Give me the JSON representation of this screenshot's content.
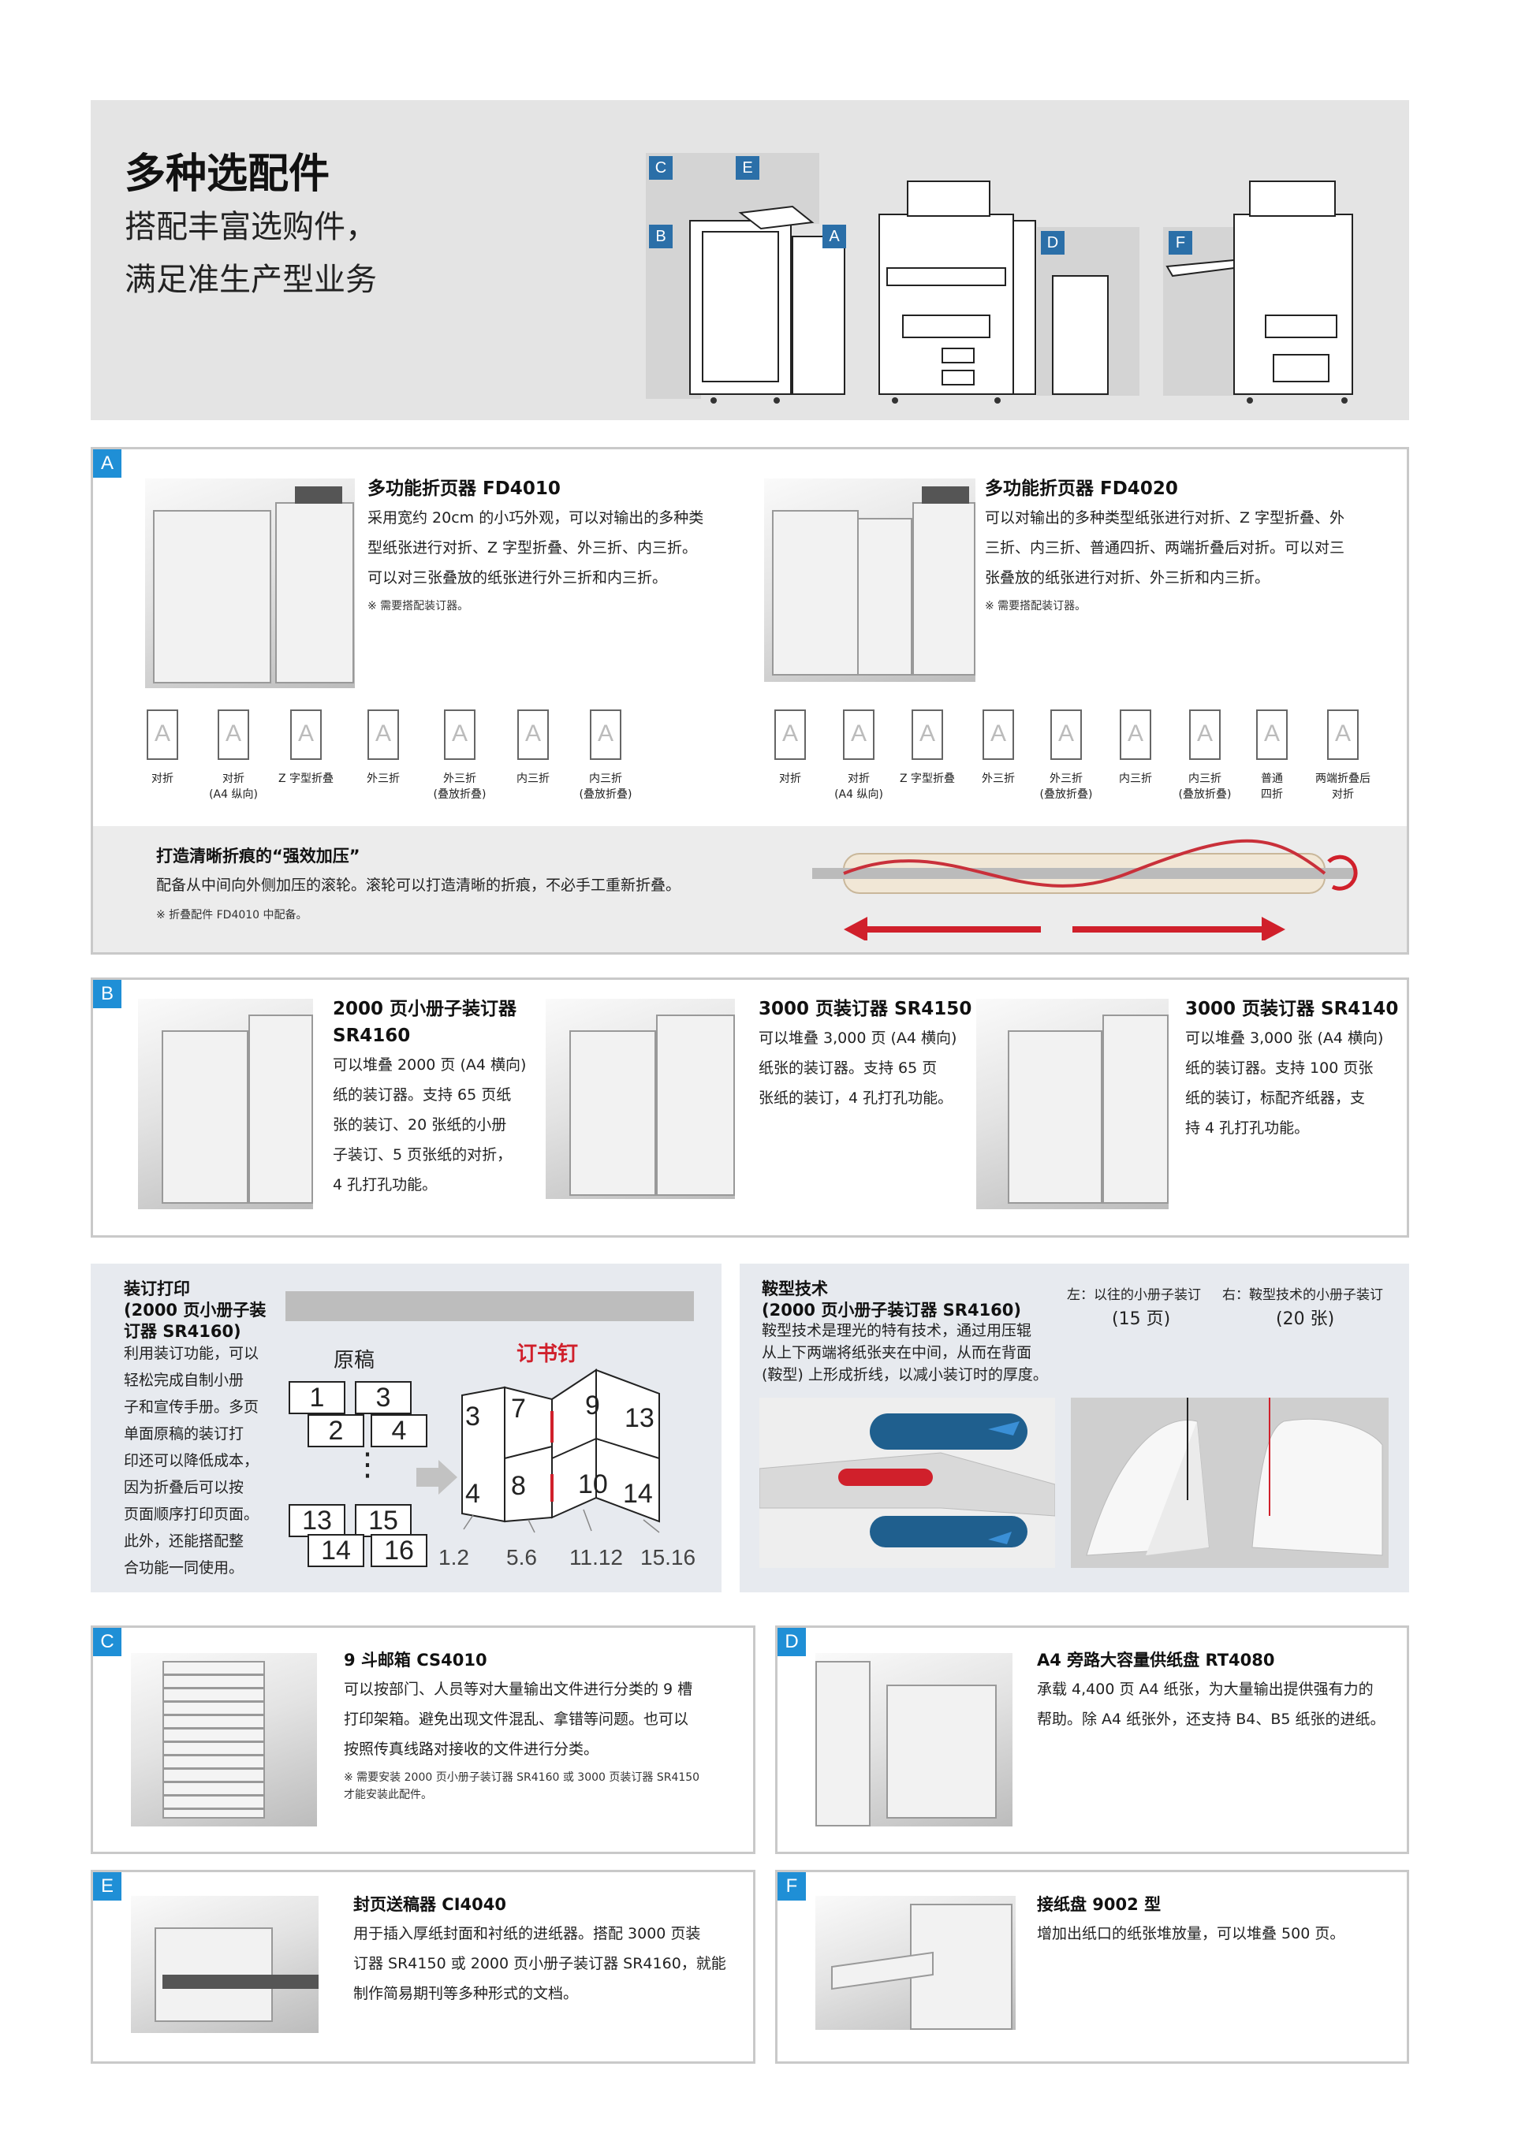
{
  "header": {
    "title": "多种选配件",
    "subtitle1": "搭配丰富选购件，",
    "subtitle2": "满足准生产型业务",
    "labels": [
      "C",
      "E",
      "B",
      "A",
      "D",
      "F"
    ]
  },
  "sectionA": {
    "tag": "A",
    "fd4010": {
      "title": "多功能折页器 FD4010",
      "lines": [
        "采用宽约 20cm 的小巧外观，可以对输出的多种类",
        "型纸张进行对折、Z 字型折叠、外三折、内三折。",
        "可以对三张叠放的纸张进行外三折和内三折。"
      ],
      "note": "※ 需要搭配装订器。",
      "folds": [
        "对折",
        "对折\n(A4 纵向)",
        "Z 字型折叠",
        "外三折",
        "外三折\n(叠放折叠)",
        "内三折",
        "内三折\n(叠放折叠)"
      ]
    },
    "fd4020": {
      "title": "多功能折页器 FD4020",
      "lines": [
        "可以对输出的多种类型纸张进行对折、Z 字型折叠、外",
        "三折、内三折、普通四折、两端折叠后对折。可以对三",
        "张叠放的纸张进行对折、外三折和内三折。"
      ],
      "note": "※ 需要搭配装订器。",
      "folds": [
        "对折",
        "对折\n(A4 纵向)",
        "Z 字型折叠",
        "外三折",
        "外三折\n(叠放折叠)",
        "内三折",
        "内三折\n(叠放折叠)",
        "普通\n四折",
        "两端折叠后\n对折"
      ]
    },
    "press": {
      "title": "打造清晰折痕的“强效加压”",
      "text": "配备从中间向外侧加压的滚轮。滚轮可以打造清晰的折痕，不必手工重新折叠。",
      "note": "※ 折叠配件 FD4010 中配备。"
    }
  },
  "sectionB": {
    "tag": "B",
    "items": [
      {
        "title1": "2000 页小册子装订器",
        "title2": "SR4160",
        "lines": [
          "可以堆叠 2000 页 (A4 横向)",
          "纸的装订器。支持 65 页纸",
          "张的装订、20 张纸的小册",
          "子装订、5 页张纸的对折，",
          "4 孔打孔功能。"
        ]
      },
      {
        "title1": "3000 页装订器 SR4150",
        "title2": "",
        "lines": [
          "可以堆叠 3,000 页 (A4 横向)",
          "纸张的装订器。支持 65 页",
          "张纸的装订，4 孔打孔功能。"
        ]
      },
      {
        "title1": "3000 页装订器 SR4140",
        "title2": "",
        "lines": [
          "可以堆叠 3,000 张 (A4 横向)",
          "纸的装订器。支持 100 页张",
          "纸的装订，标配齐纸器，支",
          "持 4 孔打孔功能。"
        ]
      }
    ]
  },
  "binding": {
    "title": "装订打印",
    "sub1": "(2000 页小册子装",
    "sub2": "订器 SR4160)",
    "lines": [
      "利用装订功能，可以",
      "轻松完成自制小册",
      "子和宣传手册。多页",
      "单面原稿的装订打",
      "印还可以降低成本，",
      "因为折叠后可以按",
      "页面顺序打印页面。",
      "此外，还能搭配整",
      "合功能一同使用。"
    ],
    "original_label": "原稿",
    "staple_label": "订书钉",
    "pages": [
      "1",
      "3",
      "2",
      "4",
      "13",
      "15",
      "14",
      "16"
    ],
    "booklet": [
      "3",
      "7",
      "9",
      "13",
      "4",
      "8",
      "10",
      "14"
    ],
    "bottom": [
      "1.2",
      "5.6",
      "11.12",
      "15.16"
    ],
    "dots": "⋮"
  },
  "saddle": {
    "title": "鞍型技术",
    "sub": "(2000 页小册子装订器 SR4160)",
    "lines": [
      "鞍型技术是理光的特有技术，通过用压辊",
      "从上下两端将纸张夹在中间，从而在背面",
      "(鞍型) 上形成折线，以减小装订时的厚度。"
    ],
    "compare_left": "左：以往的小册子装订",
    "compare_right": "右：鞍型技术的小册子装订",
    "count_left": "(15 页)",
    "count_right": "(20 张)"
  },
  "sectionC": {
    "tag": "C",
    "title": "9 斗邮箱 CS4010",
    "lines": [
      "可以按部门、人员等对大量输出文件进行分类的 9 槽",
      "打印架箱。避免出现文件混乱、拿错等问题。也可以",
      "按照传真线路对接收的文件进行分类。"
    ],
    "note1": "※ 需要安装 2000 页小册子装订器 SR4160 或 3000 页装订器 SR4150",
    "note2": "才能安装此配件。"
  },
  "sectionD": {
    "tag": "D",
    "title": "A4 旁路大容量供纸盘 RT4080",
    "lines": [
      "承载 4,400 页 A4 纸张，为大量输出提供强有力的",
      "帮助。除 A4 纸张外，还支持 B4、B5 纸张的进纸。"
    ]
  },
  "sectionE": {
    "tag": "E",
    "title": "封页送稿器 CI4040",
    "lines": [
      "用于插入厚纸封面和衬纸的进纸器。搭配 3000 页装",
      "订器 SR4150 或 2000 页小册子装订器 SR4160，就能",
      "制作简易期刊等多种形式的文档。"
    ]
  },
  "sectionF": {
    "tag": "F",
    "title": "接纸盘 9002 型",
    "lines": [
      "增加出纸口的纸张堆放量，可以堆叠 500 页。"
    ]
  },
  "colors": {
    "accent": "#1f8fd6",
    "red": "#d0202b",
    "header_bg": "#e4e4e4"
  }
}
